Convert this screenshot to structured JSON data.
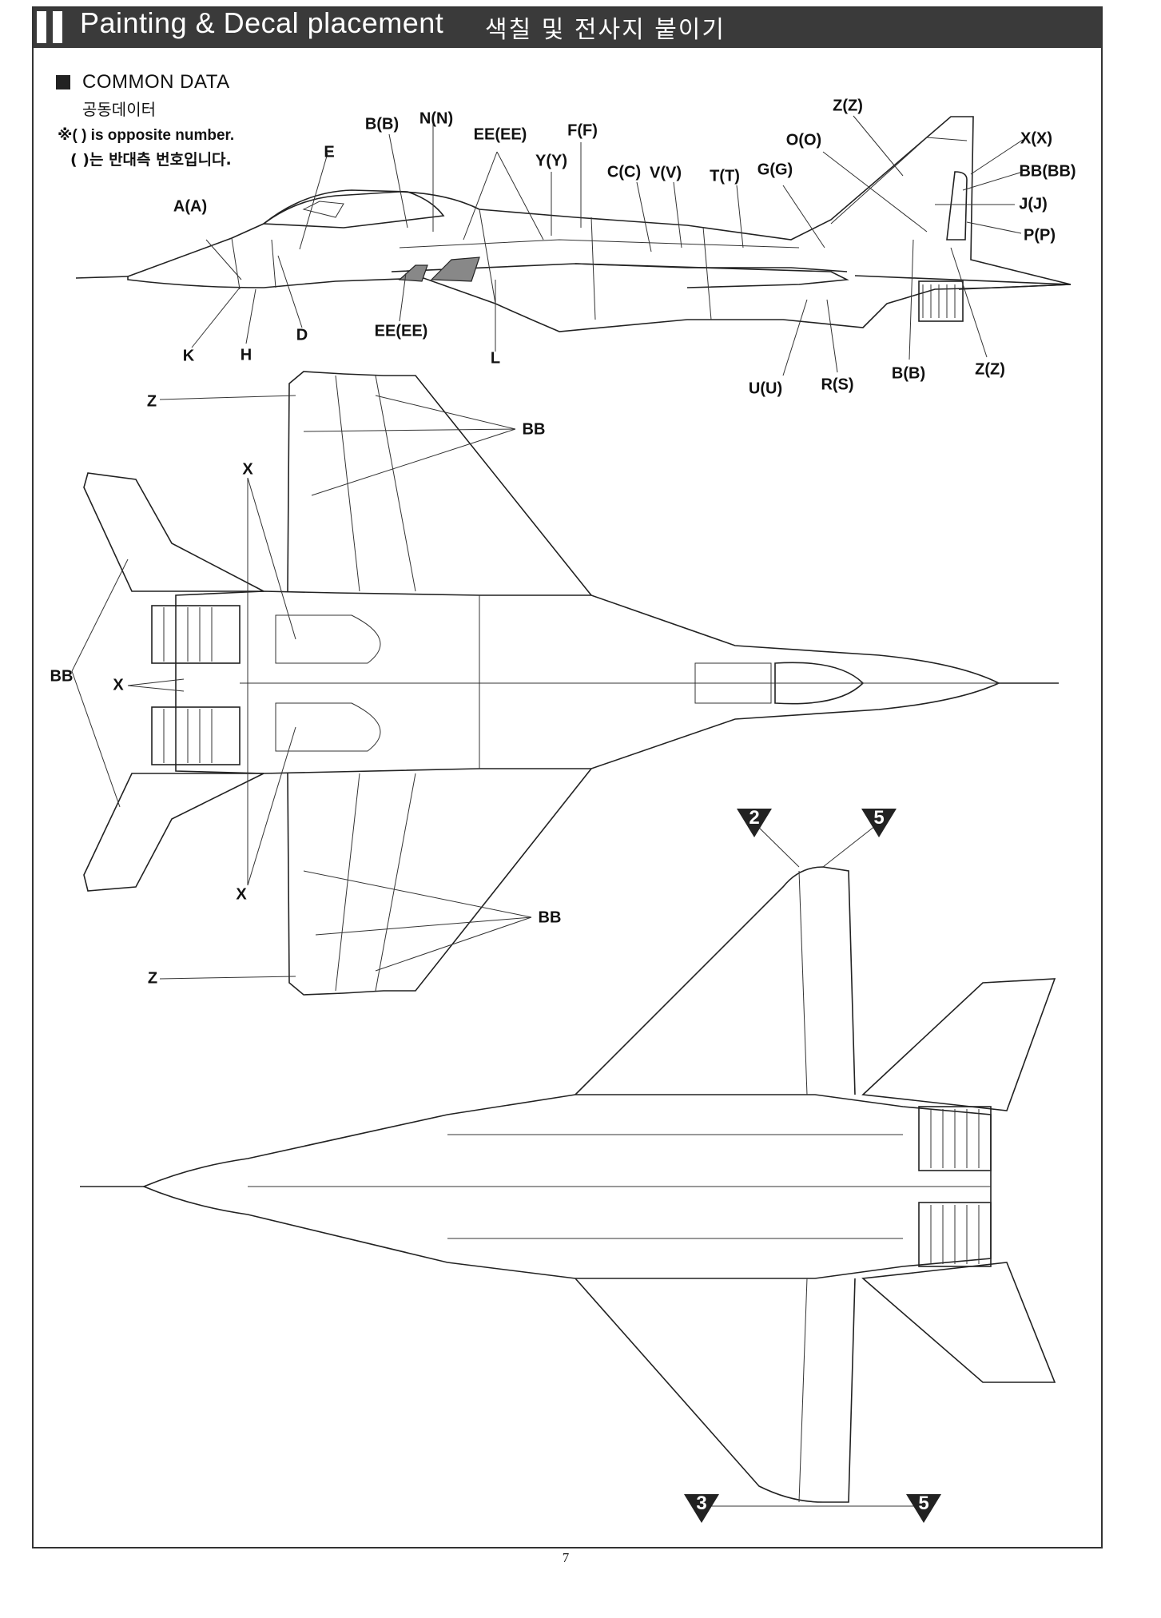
{
  "header": {
    "title": "Painting & Decal placement",
    "title_kr": "색칠 및 전사지 붙이기"
  },
  "section": {
    "title": "COMMON DATA",
    "title_kr": "공동데이터",
    "note_line1": "※(   ) is opposite number.",
    "note_line2": "(   )는 반대측 번호입니다."
  },
  "side_view_labels": [
    "A(A)",
    "B(B)",
    "N(N)",
    "E",
    "EE(EE)",
    "Y(Y)",
    "F(F)",
    "C(C)",
    "V(V)",
    "T(T)",
    "G(G)",
    "O(O)",
    "Z(Z)",
    "X(X)",
    "BB(BB)",
    "J(J)",
    "P(P)",
    "K",
    "H",
    "D",
    "EE(EE)",
    "L",
    "U(U)",
    "R(S)",
    "B(B)",
    "Z(Z)"
  ],
  "top_view_labels": [
    "Z",
    "BB",
    "X",
    "BB",
    "X",
    "X",
    "BB",
    "Z"
  ],
  "bottom_view_markers": [
    "2",
    "5",
    "3",
    "5"
  ],
  "page_number": "7"
}
